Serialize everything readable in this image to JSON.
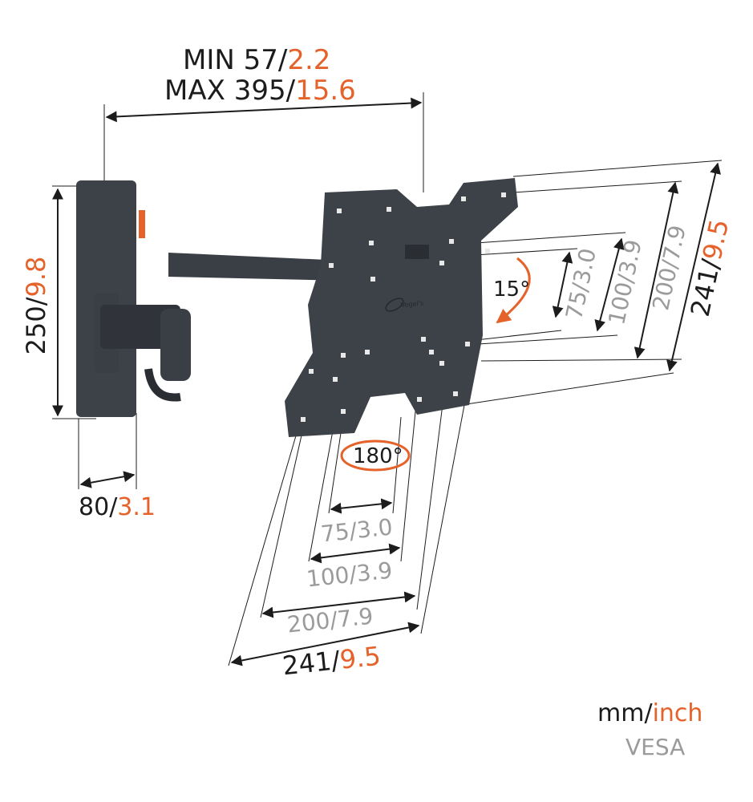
{
  "colors": {
    "dark": "#1c1c1c",
    "accent": "#e5622a",
    "vesa": "#9b9b9b",
    "metal": "#3d4148"
  },
  "logo": "Vogel's",
  "width_range": {
    "min_mm": "MIN 57",
    "min_in": "2.2",
    "max_mm": "MAX 395",
    "max_in": "15.6",
    "sep": "/"
  },
  "wall_plate": {
    "height_mm": "250",
    "height_in": "9.8",
    "width_mm": "80",
    "width_in": "3.1"
  },
  "tilt": "15°",
  "swivel": "180°",
  "vesa_vertical": [
    {
      "mm": "75",
      "in": "3.0"
    },
    {
      "mm": "100",
      "in": "3.9"
    },
    {
      "mm": "200",
      "in": "7.9"
    }
  ],
  "plate_height": {
    "mm": "241",
    "in": "9.5"
  },
  "vesa_horizontal": [
    {
      "mm": "75",
      "in": "3.0"
    },
    {
      "mm": "100",
      "in": "3.9"
    },
    {
      "mm": "200",
      "in": "7.9"
    }
  ],
  "plate_width": {
    "mm": "241",
    "in": "9.5"
  },
  "legend": {
    "mm": "mm",
    "sep": "/",
    "inch": "inch",
    "vesa": "VESA"
  }
}
